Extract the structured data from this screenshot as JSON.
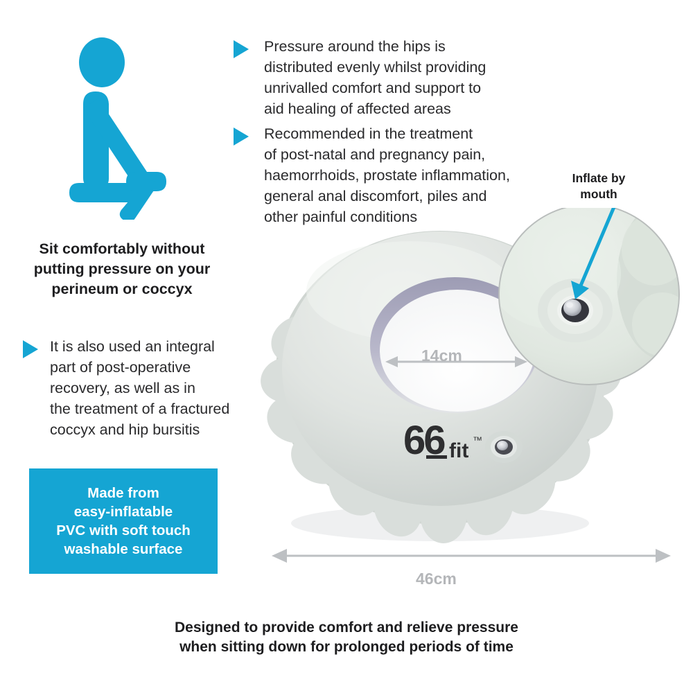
{
  "colors": {
    "brand_cyan": "#15a5d3",
    "text_dark": "#231f20",
    "dimension_grey": "#b4b6b9",
    "cushion_body": "#dfe3e0",
    "cushion_shadow": "#c3c8c6",
    "hole_rim": "#a7a6bb",
    "magnifier_fill": "#e2e8e2",
    "white": "#ffffff"
  },
  "icons": {
    "seated_person": "seated-person-icon",
    "bullet_marker": "triangle-right-icon",
    "valve": "air-valve-icon",
    "magnifier": "magnifier-circle-icon",
    "arrow": "arrow-pointer-icon"
  },
  "bullets": [
    {
      "id": "bullet-1",
      "text": "Pressure around the hips is\ndistributed evenly whilst providing\nunrivalled comfort and support to\naid healing of affected areas"
    },
    {
      "id": "bullet-2",
      "text": "Recommended in the treatment\nof post-natal and pregnancy pain,\nhaemorrhoids, prostate inflammation,\ngeneral anal discomfort, piles and\nother painful conditions"
    },
    {
      "id": "bullet-3",
      "text": "It is also used an integral\npart of post-operative\nrecovery, as well as in\nthe treatment of a fractured\ncoccyx and hip bursitis"
    }
  ],
  "captions": {
    "sit_comfortably": "Sit comfortably without\nputting pressure on your\nperineum or coccyx",
    "bottom_tagline": "Designed to provide comfort and relieve pressure\nwhen sitting down for prolonged periods of time"
  },
  "pvc_box": {
    "text": "Made from\neasy-inflatable\nPVC with soft touch\nwashable surface"
  },
  "inflate_callout": {
    "label": "Inflate by\nmouth"
  },
  "dimensions": {
    "inner_hole": "14cm",
    "outer_diameter": "46cm"
  },
  "product": {
    "brand_logo": "66",
    "brand_suffix": "fit",
    "trademark": "™"
  }
}
